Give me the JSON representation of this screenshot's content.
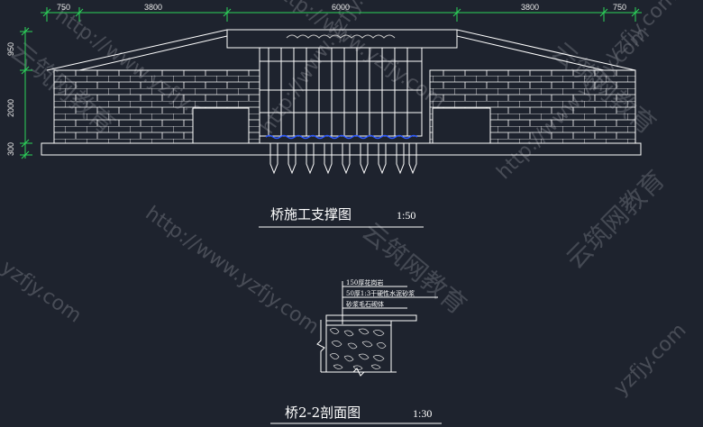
{
  "colors": {
    "background": "#1e232e",
    "line": "#ffffff",
    "dimension": "#2cd45a",
    "water": "#2f5bff",
    "watermark": "#6b6f78"
  },
  "dimensions": {
    "top": [
      "750",
      "3800",
      "6000",
      "3800",
      "750"
    ],
    "left": [
      "950",
      "2000",
      "300"
    ]
  },
  "elevation": {
    "title": "桥施工支撑图",
    "scale": "1:50"
  },
  "section": {
    "title": "桥2-2剖面图",
    "scale": "1:30",
    "notes": [
      "150厚花岗岩",
      "50厚1:3干硬性水泥砂浆",
      "砂浆毛石砌体"
    ]
  },
  "watermarks": {
    "url": "http://www.yzfjy.com",
    "brand": "云筑网教育",
    "url_short": "yzfjy.com"
  }
}
